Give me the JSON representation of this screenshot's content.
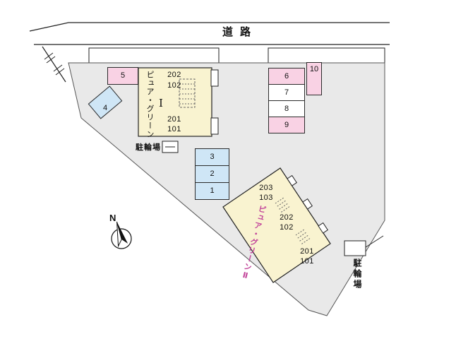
{
  "road": {
    "label": "道路"
  },
  "compass": {
    "label": "N"
  },
  "building1": {
    "name": "ピュア・グリーン",
    "numeral": "Ⅰ",
    "rooms": [
      "202",
      "102",
      "201",
      "101"
    ]
  },
  "building2": {
    "name": "ピュア・グリーンⅡ",
    "rooms": [
      "203",
      "103",
      "202",
      "102",
      "201",
      "101"
    ]
  },
  "bike_parking_left": {
    "label": "駐輪場"
  },
  "bike_parking_right": {
    "label": "駐輪場"
  },
  "parking": {
    "spaces": [
      {
        "label": "1",
        "color": "blue"
      },
      {
        "label": "2",
        "color": "blue"
      },
      {
        "label": "3",
        "color": "blue"
      },
      {
        "label": "4",
        "color": "blue"
      },
      {
        "label": "5",
        "color": "pink"
      },
      {
        "label": "6",
        "color": "pink"
      },
      {
        "label": "7",
        "color": "white"
      },
      {
        "label": "8",
        "color": "white"
      },
      {
        "label": "9",
        "color": "pink"
      },
      {
        "label": "10",
        "color": "pink"
      }
    ]
  },
  "colors": {
    "site_fill": "#e9e9e9",
    "building_fill": "#f9f3d0",
    "parking_blue": "#cfe6f6",
    "parking_pink": "#f9d2e4",
    "building2_title": "#c2459a"
  }
}
